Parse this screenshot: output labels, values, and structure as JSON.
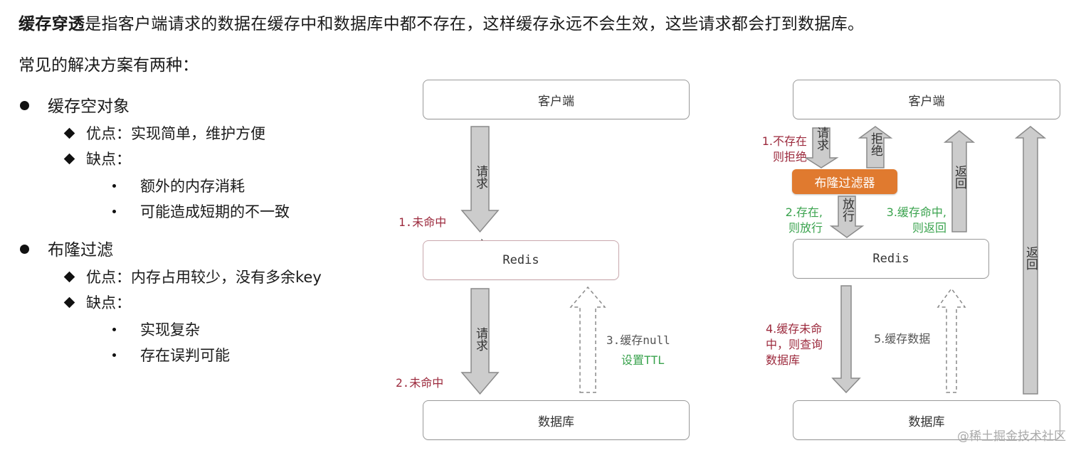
{
  "intro": {
    "term": "缓存穿透",
    "text": "是指客户端请求的数据在缓存中和数据库中都不存在，这样缓存永远不会生效，这些请求都会打到数据库。"
  },
  "subtitle": "常见的解决方案有两种：",
  "solutions": [
    {
      "title": "缓存空对象",
      "pros_label": "优点：实现简单，维护方便",
      "cons_label": "缺点：",
      "cons": [
        "额外的内存消耗",
        "可能造成短期的不一致"
      ]
    },
    {
      "title": "布隆过滤",
      "pros_label": "优点：内存占用较少，没有多余key",
      "cons_label": "缺点：",
      "cons": [
        "实现复杂",
        "存在误判可能"
      ]
    }
  ],
  "diagram_left": {
    "client": "客户端",
    "redis": "Redis",
    "database": "数据库",
    "request1": "请求",
    "request2": "请求",
    "miss1": "1.未命中",
    "miss2": "2.未命中",
    "cache_null": "3.缓存null",
    "set_ttl": "设置TTL"
  },
  "diagram_right": {
    "client": "客户端",
    "bloom": "布隆过滤器",
    "redis": "Redis",
    "database": "数据库",
    "request": "请求",
    "reject": "拒绝",
    "pass": "放行",
    "return1": "返回",
    "return2": "返回",
    "step1_line1": "1.不存在",
    "step1_line2": "则拒绝",
    "step2_line1": "2.存在,",
    "step2_line2": "则放行",
    "step3_line1": "3.缓存命中,",
    "step3_line2": "则返回",
    "step4_line1": "4.缓存未命",
    "step4_line2": "中，则查询",
    "step4_line3": "数据库",
    "step5": "5.缓存数据"
  },
  "watermark": "@稀土掘金技术社区",
  "colors": {
    "red_label": "#9c2a3d",
    "green_label": "#3aa34e",
    "bloom_fill": "#e07a2f",
    "arrow_fill": "#cccccc",
    "arrow_stroke": "#8a8a8a"
  }
}
